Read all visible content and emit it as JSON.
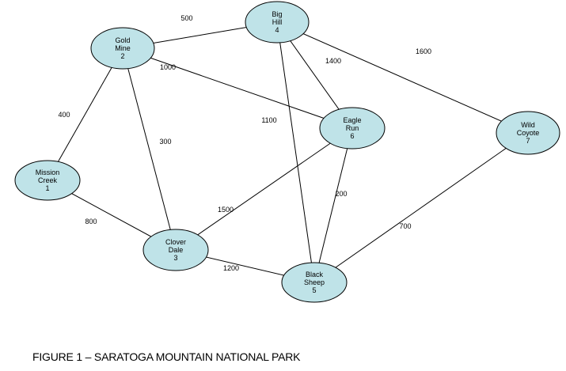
{
  "caption": "FIGURE 1 – SARATOGA MOUNTAIN NATIONAL PARK",
  "colors": {
    "node_fill": "#bfe3e8",
    "stroke": "#000000",
    "background": "#ffffff"
  },
  "nodes": [
    {
      "id": "1",
      "lines": [
        "Mission",
        "Creek",
        "1"
      ]
    },
    {
      "id": "2",
      "lines": [
        "Gold",
        "Mine",
        "2"
      ]
    },
    {
      "id": "3",
      "lines": [
        "Clover",
        "Dale",
        "3"
      ]
    },
    {
      "id": "4",
      "lines": [
        "Big",
        "Hill",
        "4"
      ]
    },
    {
      "id": "5",
      "lines": [
        "Black",
        "Sheep",
        "5"
      ]
    },
    {
      "id": "6",
      "lines": [
        "Eagle",
        "Run",
        "6"
      ]
    },
    {
      "id": "7",
      "lines": [
        "Wild",
        "Coyote",
        "7"
      ]
    }
  ],
  "edges": [
    {
      "from": "2",
      "to": "4",
      "label": "500"
    },
    {
      "from": "2",
      "to": "6",
      "label": "1000"
    },
    {
      "from": "2",
      "to": "1",
      "label": "400"
    },
    {
      "from": "2",
      "to": "3",
      "label": "300"
    },
    {
      "from": "4",
      "to": "6",
      "label": "1400"
    },
    {
      "from": "4",
      "to": "7",
      "label": "1600"
    },
    {
      "from": "4",
      "to": "5",
      "label": "1100"
    },
    {
      "from": "1",
      "to": "3",
      "label": "800"
    },
    {
      "from": "6",
      "to": "3",
      "label": "1500"
    },
    {
      "from": "6",
      "to": "5",
      "label": "200"
    },
    {
      "from": "3",
      "to": "5",
      "label": "1200"
    },
    {
      "from": "7",
      "to": "5",
      "label": "700"
    }
  ]
}
